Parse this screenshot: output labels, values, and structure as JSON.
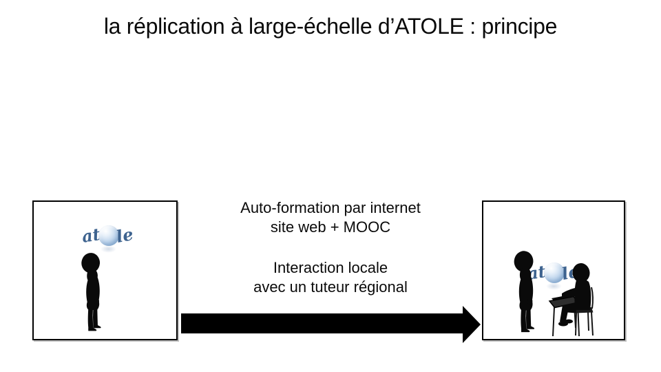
{
  "slide": {
    "title": "la réplication à large-échelle d’ATOLE : principe",
    "steps": {
      "autoformation_line1": "Auto-formation par internet",
      "autoformation_line2": "site web + MOOC",
      "interaction_line1": "Interaction locale",
      "interaction_line2": "avec un tuteur régional"
    },
    "logo": {
      "name": "atole",
      "prefix": "at",
      "suffix": "le"
    },
    "colors": {
      "background": "#ffffff",
      "text": "#0a0a0a",
      "logo_text": "#3e638f",
      "sphere_blue": "#9dbedd",
      "silhouette": "#0a0a0a",
      "arrow": "#000000",
      "panel_border": "#000000"
    }
  }
}
